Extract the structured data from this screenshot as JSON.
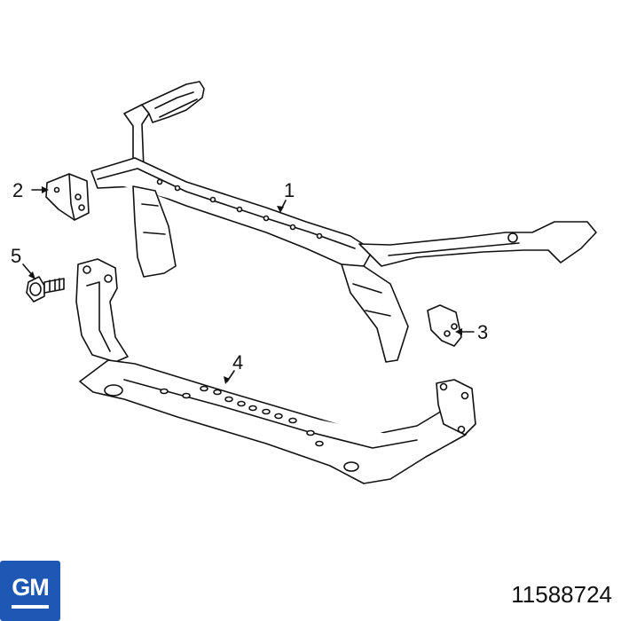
{
  "callouts": {
    "c1": "1",
    "c2": "2",
    "c3": "3",
    "c4": "4",
    "c5": "5"
  },
  "brand": {
    "logo_text": "GM",
    "color": "#1f57b5"
  },
  "part_number": "11588724"
}
